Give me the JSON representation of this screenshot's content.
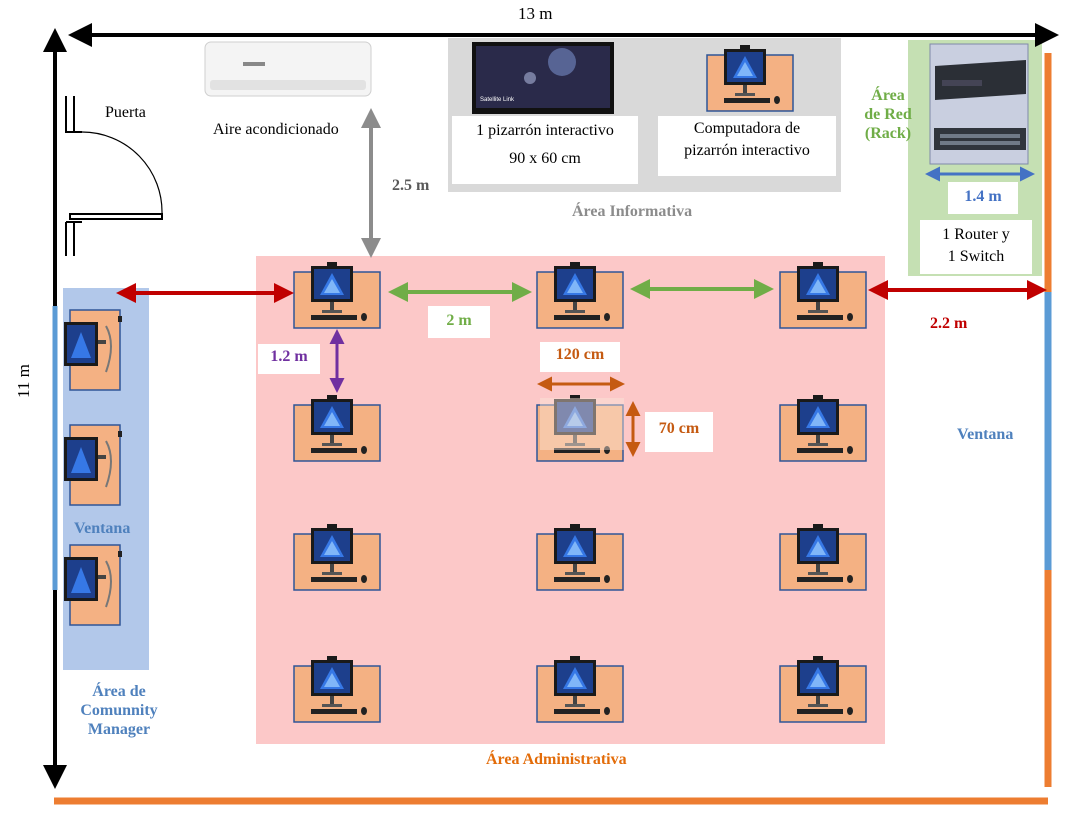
{
  "dimensions": {
    "width_label": "13 m",
    "height_label": "11 m"
  },
  "door": {
    "label": "Puerta"
  },
  "air_conditioner": {
    "label": "Aire acondicionado",
    "clearance_label": "2.5 m"
  },
  "info_area": {
    "title": "Área Informativa",
    "board_label_line1": "1 pizarrón interactivo",
    "board_label_line2": "90 x 60 cm",
    "board_screen_text": "Satellite Link",
    "computer_label_line1": "Computadora de",
    "computer_label_line2": "pizarrón interactivo"
  },
  "network_area": {
    "title_line1": "Área",
    "title_line2": "de Red",
    "title_line3": "(Rack)",
    "width_label": "1.4 m",
    "equipment_line1": "1 Router y",
    "equipment_line2": "1 Switch"
  },
  "admin_area": {
    "title": "Área Administrativa",
    "h_spacing_label": "2 m",
    "v_spacing_label": "1.2 m",
    "desk_width_label": "120 cm",
    "desk_depth_label": "70 cm",
    "wall_spacing_label": "2.2 m",
    "rows": 4,
    "columns": 3
  },
  "community_area": {
    "title_line1": "Área de",
    "title_line2": "Comunnity",
    "title_line3": "Manager",
    "window_label": "Ventana",
    "workstations": 3
  },
  "right_wall": {
    "window_label": "Ventana"
  },
  "colors": {
    "admin_area_fill": "#fcc8c8",
    "community_area_fill": "#b2c8ea",
    "network_area_fill": "#c5e0b3",
    "info_area_fill": "#d9d9d9",
    "wall_black": "#000000",
    "wall_orange": "#ed7d31",
    "window_blue": "#5b9bd5",
    "desk_fill": "#f4b183",
    "arrow_gray": "#8c8c8c",
    "arrow_red": "#c00000",
    "arrow_green": "#70ad47",
    "arrow_purple": "#7030a0",
    "arrow_orange": "#c55a11",
    "arrow_blue": "#4472c4",
    "label_blue": "#4f81bd",
    "label_green": "#70ad47",
    "label_orange": "#e36c09"
  }
}
